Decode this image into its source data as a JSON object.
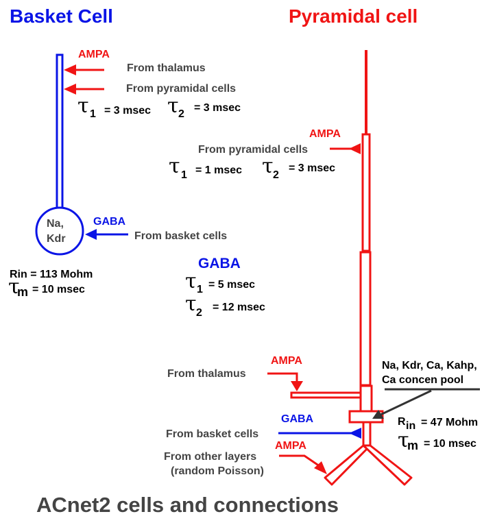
{
  "basket_cell": {
    "title": "Basket Cell",
    "soma_ions_1": "Na,",
    "soma_ions_2": "Kdr",
    "ampa_label": "AMPA",
    "input_thalamus": "From thalamus",
    "input_pyramidal": "From pyramidal cells",
    "tau1_value": "= 3 msec",
    "tau2_value": "= 3 msec",
    "gaba_label": "GABA",
    "input_basket": "From basket cells",
    "rin": "Rin = 113 Mohm",
    "taum_value": "= 10 msec"
  },
  "pyramidal_cell": {
    "title": "Pyramidal cell",
    "apical_ampa_label": "AMPA",
    "apical_input": "From pyramidal cells",
    "apical_tau1_value": "= 1 msec",
    "apical_tau2_value": "= 3 msec",
    "thalamus_ampa_label": "AMPA",
    "thalamus_input": "From thalamus",
    "soma_channels_1": "Na, Kdr, Ca, Kahp,",
    "soma_channels_2": "Ca concen pool",
    "gaba_label": "GABA",
    "basket_input": "From basket cells",
    "other_ampa_label": "AMPA",
    "other_input_1": "From other layers",
    "other_input_2": "(random Poisson)",
    "rin_prefix": "R",
    "rin_sub": "in",
    "rin_value": "= 47 Mohm",
    "taum_value": "= 10 msec"
  },
  "gaba_synapse": {
    "label": "GABA",
    "tau1_value": "= 5 msec",
    "tau2_value": "= 12 msec"
  },
  "symbols": {
    "tau": "τ",
    "sub_1": "1",
    "sub_2": "2",
    "sub_m": "m"
  },
  "footer": {
    "caption": "ACnet2 cells and connections"
  },
  "colors": {
    "basket": "#0a14e6",
    "pyramidal": "#f01414",
    "text": "#444444",
    "pointer": "#333333"
  }
}
